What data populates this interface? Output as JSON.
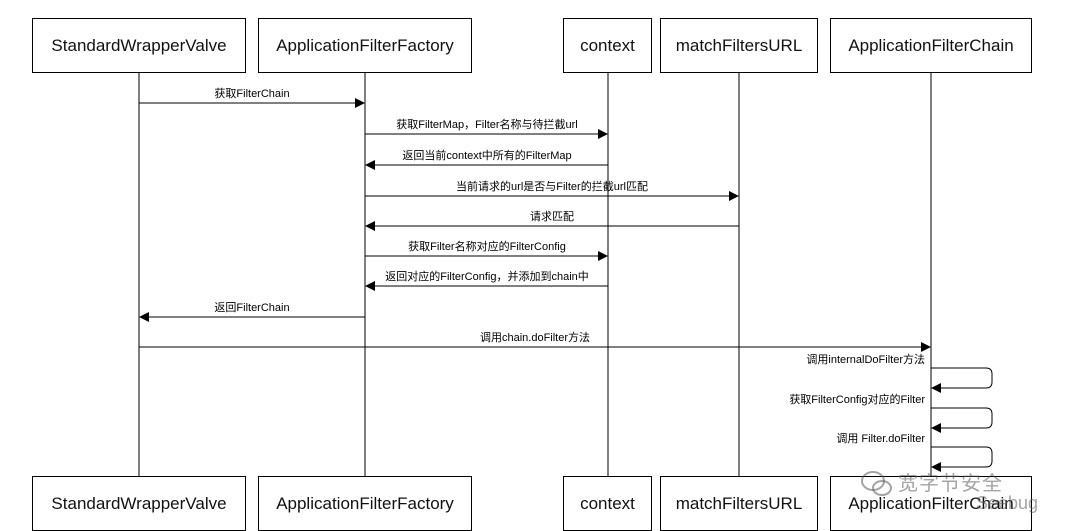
{
  "participants": [
    {
      "id": "swv",
      "label": "StandardWrapperValve"
    },
    {
      "id": "aff",
      "label": "ApplicationFilterFactory"
    },
    {
      "id": "ctx",
      "label": "context"
    },
    {
      "id": "mfu",
      "label": "matchFiltersURL"
    },
    {
      "id": "afc",
      "label": "ApplicationFilterChain"
    }
  ],
  "messages": [
    {
      "from": "swv",
      "to": "aff",
      "label": "获取FilterChain"
    },
    {
      "from": "aff",
      "to": "ctx",
      "label": "获取FilterMap，Filter名称与待拦截url"
    },
    {
      "from": "ctx",
      "to": "aff",
      "label": "返回当前context中所有的FilterMap"
    },
    {
      "from": "aff",
      "to": "mfu",
      "label": "当前请求的url是否与Filter的拦截url匹配"
    },
    {
      "from": "mfu",
      "to": "aff",
      "label": "请求匹配"
    },
    {
      "from": "aff",
      "to": "ctx",
      "label": "获取Filter名称对应的FilterConfig"
    },
    {
      "from": "ctx",
      "to": "aff",
      "label": "返回对应的FilterConfig，并添加到chain中"
    },
    {
      "from": "aff",
      "to": "swv",
      "label": "返回FilterChain"
    },
    {
      "from": "swv",
      "to": "afc",
      "label": "调用chain.doFilter方法"
    },
    {
      "from": "afc",
      "to": "afc",
      "label": "调用internalDoFilter方法"
    },
    {
      "from": "afc",
      "to": "afc",
      "label": "获取FilterConfig对应的Filter"
    },
    {
      "from": "afc",
      "to": "afc",
      "label": "调用 Filter.doFilter"
    }
  ],
  "watermark": {
    "line1": "宽字节安全",
    "line2": "Seebug"
  }
}
